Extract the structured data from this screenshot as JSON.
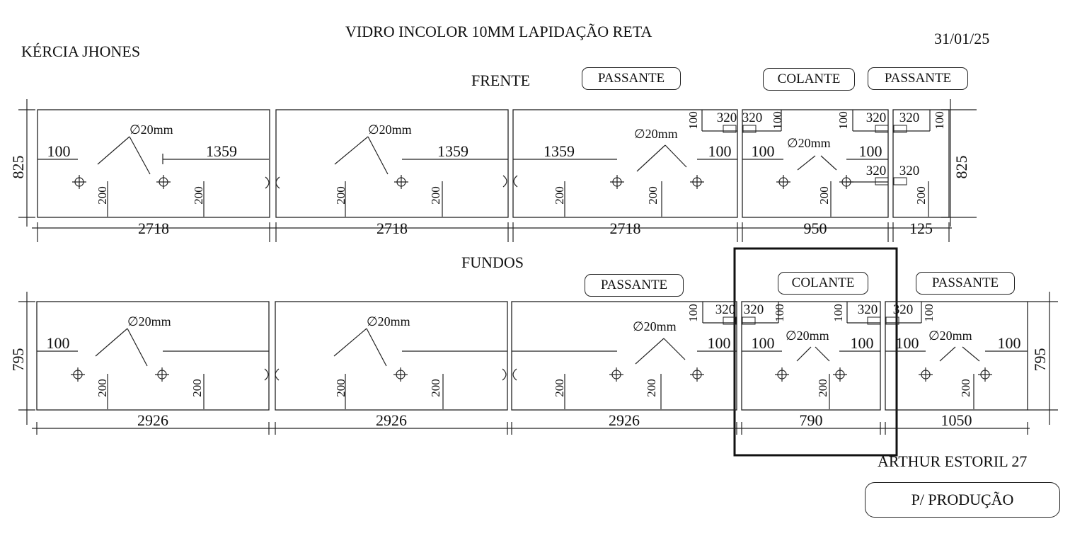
{
  "header": {
    "client": "KÉRCIA JHONES",
    "title": "VIDRO INCOLOR 10MM LAPIDAÇÃO RETA",
    "date": "31/01/25"
  },
  "sections": {
    "front": "FRENTE",
    "back": "FUNDOS"
  },
  "tags": {
    "passante": "PASSANTE",
    "colante": "COLANTE"
  },
  "front": {
    "height": "825",
    "panel_widths": [
      "2718",
      "2718",
      "2718",
      "950",
      "125"
    ],
    "hole_diameter": "∅20mm",
    "offsets": {
      "edge": "100",
      "span": "1359",
      "drop": "200",
      "hinge": "320"
    }
  },
  "back": {
    "height": "795",
    "panel_widths": [
      "2926",
      "2926",
      "2926",
      "790",
      "1050"
    ],
    "hole_diameter": "∅20mm",
    "offsets": {
      "edge": "100",
      "drop": "200",
      "hinge": "320"
    }
  },
  "footer": {
    "address": "ARTHUR ESTORIL 27",
    "stamp": "P/ PRODUÇÃO"
  }
}
